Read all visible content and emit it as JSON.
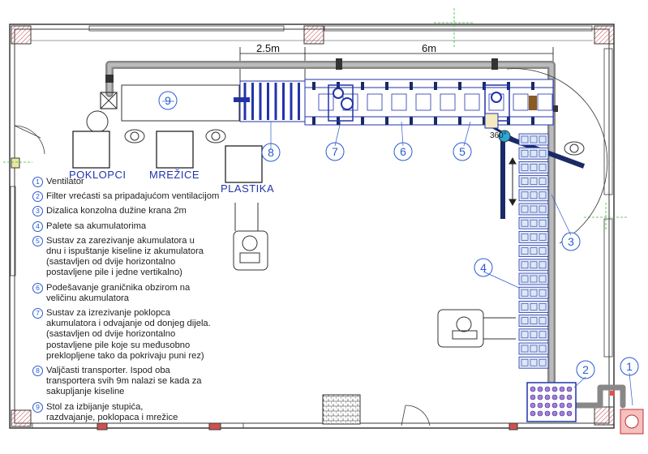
{
  "dimensions": {
    "left": "2.5m",
    "right": "6m"
  },
  "area_labels": {
    "lids": "POKLOPCI",
    "grids": "MREŽICE",
    "plastic": "PLASTIKA"
  },
  "rotation_label": "360°",
  "markers": [
    "1",
    "2",
    "3",
    "4",
    "5",
    "6",
    "7",
    "8",
    "9"
  ],
  "legend": [
    {
      "num": "1",
      "text": "Ventilator"
    },
    {
      "num": "2",
      "text": "Filter vrećasti sa pripadajućom  ventilacijom"
    },
    {
      "num": "3",
      "text": "Dizalica konzolna dužine krana 2m"
    },
    {
      "num": "4",
      "text": "Palete sa akumulatorima"
    },
    {
      "num": "5",
      "text": "Sustav za zarezivanje akumulatora u\ndnu i ispuštanje kiseline iz akumulatora\n(sastavljen od dvije horizontalno\npostavljene pile i jedne vertikalno)"
    },
    {
      "num": "6",
      "text": "Podešavanje graničnika obzirom na\nveličinu akumulatora"
    },
    {
      "num": "7",
      "text": "Sustav za izrezivanje poklopca\nakumulatora i odvajanje od donjeg dijela.\n(sastavljen od dvije horizontalno\npostavljene pile koje su međusobno\npreklopljene tako da pokrivaju puni rez)"
    },
    {
      "num": "8",
      "text": "Valjčasti transporter. Ispod oba\ntransportera svih 9m nalazi se kada za\nsakupljanje kiseline"
    },
    {
      "num": "9",
      "text": "Stol za izbijanje  stupića,\nrazdvajanje, poklopaca i mrežice"
    }
  ],
  "colors": {
    "wall": "#3a3a3a",
    "pillar": "#e8a0a0",
    "conveyor": "#2233aa",
    "duct": "#888888",
    "marker": "#2a5bd0",
    "axis": "#33bb33"
  }
}
